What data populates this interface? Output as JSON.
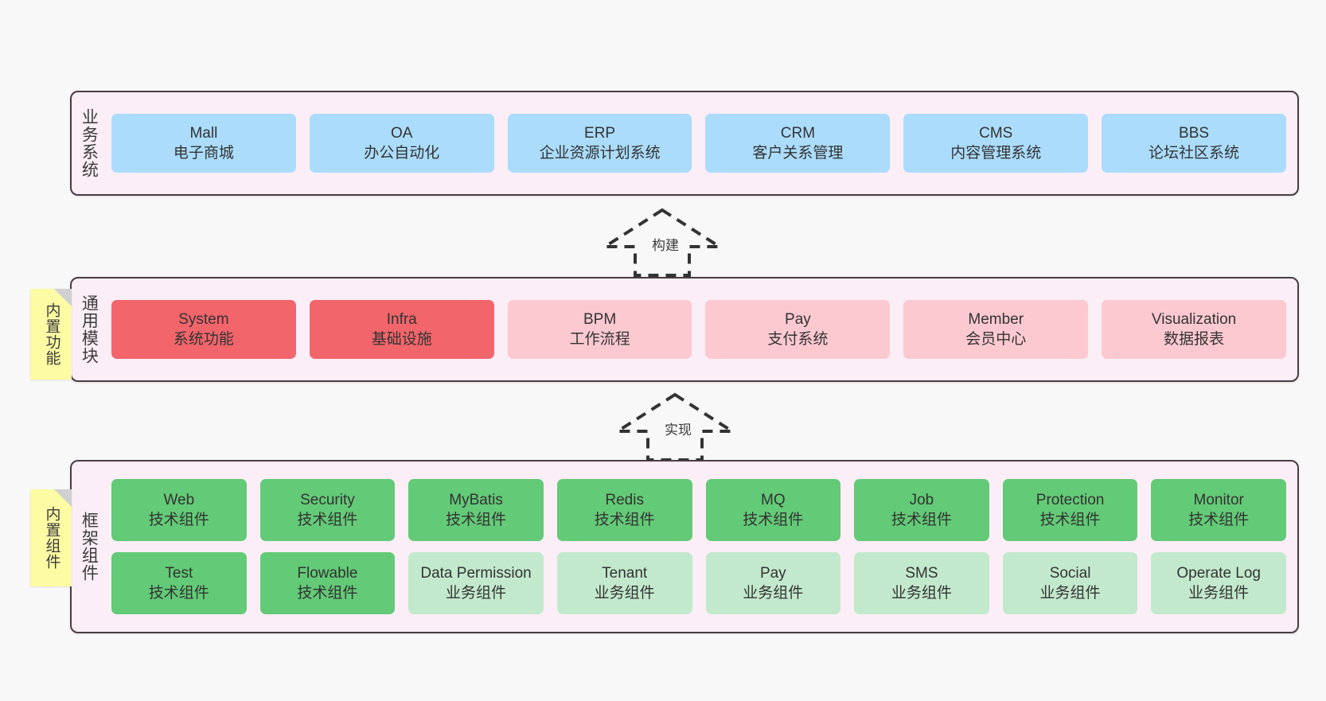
{
  "layers": [
    {
      "id": "business",
      "label": "业务系统",
      "rows": [
        {
          "cards": [
            {
              "title": "Mall",
              "subtitle": "电子商城",
              "style": "blue"
            },
            {
              "title": "OA",
              "subtitle": "办公自动化",
              "style": "blue"
            },
            {
              "title": "ERP",
              "subtitle": "企业资源计划系统",
              "style": "blue"
            },
            {
              "title": "CRM",
              "subtitle": "客户关系管理",
              "style": "blue"
            },
            {
              "title": "CMS",
              "subtitle": "内容管理系统",
              "style": "blue"
            },
            {
              "title": "BBS",
              "subtitle": "论坛社区系统",
              "style": "blue"
            }
          ]
        }
      ]
    },
    {
      "id": "common",
      "label": "通用模块",
      "rows": [
        {
          "cards": [
            {
              "title": "System",
              "subtitle": "系统功能",
              "style": "red"
            },
            {
              "title": "Infra",
              "subtitle": "基础设施",
              "style": "red"
            },
            {
              "title": "BPM",
              "subtitle": "工作流程",
              "style": "pink"
            },
            {
              "title": "Pay",
              "subtitle": "支付系统",
              "style": "pink"
            },
            {
              "title": "Member",
              "subtitle": "会员中心",
              "style": "pink"
            },
            {
              "title": "Visualization",
              "subtitle": "数据报表",
              "style": "pink"
            }
          ]
        }
      ]
    },
    {
      "id": "framework",
      "label": "框架组件",
      "rows": [
        {
          "cards": [
            {
              "title": "Web",
              "subtitle": "技术组件",
              "style": "green"
            },
            {
              "title": "Security",
              "subtitle": "技术组件",
              "style": "green"
            },
            {
              "title": "MyBatis",
              "subtitle": "技术组件",
              "style": "green"
            },
            {
              "title": "Redis",
              "subtitle": "技术组件",
              "style": "green"
            },
            {
              "title": "MQ",
              "subtitle": "技术组件",
              "style": "green"
            },
            {
              "title": "Job",
              "subtitle": "技术组件",
              "style": "green"
            },
            {
              "title": "Protection",
              "subtitle": "技术组件",
              "style": "green"
            },
            {
              "title": "Monitor",
              "subtitle": "技术组件",
              "style": "green"
            }
          ]
        },
        {
          "cards": [
            {
              "title": "Test",
              "subtitle": "技术组件",
              "style": "green"
            },
            {
              "title": "Flowable",
              "subtitle": "技术组件",
              "style": "green"
            },
            {
              "title": "Data Permission",
              "subtitle": "业务组件",
              "style": "green-light"
            },
            {
              "title": "Tenant",
              "subtitle": "业务组件",
              "style": "green-light"
            },
            {
              "title": "Pay",
              "subtitle": "业务组件",
              "style": "green-light"
            },
            {
              "title": "SMS",
              "subtitle": "业务组件",
              "style": "green-light"
            },
            {
              "title": "Social",
              "subtitle": "业务组件",
              "style": "green-light"
            },
            {
              "title": "Operate Log",
              "subtitle": "业务组件",
              "style": "green-light"
            }
          ]
        }
      ]
    }
  ],
  "sticky_notes": [
    {
      "id": "common",
      "label": "内置功能"
    },
    {
      "id": "framework",
      "label": "内置组件"
    }
  ],
  "arrows": [
    {
      "id": "build",
      "label": "构建"
    },
    {
      "id": "impl",
      "label": "实现"
    }
  ],
  "colors": {
    "background": "#f8f8f8",
    "panel_fill": "#fbeef6",
    "panel_border": "#4a3b44",
    "blue": "#abdcfb",
    "red": "#f2656b",
    "pink": "#fcc9d1",
    "green": "#63ca77",
    "green_light": "#c3e9cd",
    "sticky_yellow": "#fdfba3",
    "sticky_fold": "#d0d0d0",
    "arrow": "#333333"
  }
}
